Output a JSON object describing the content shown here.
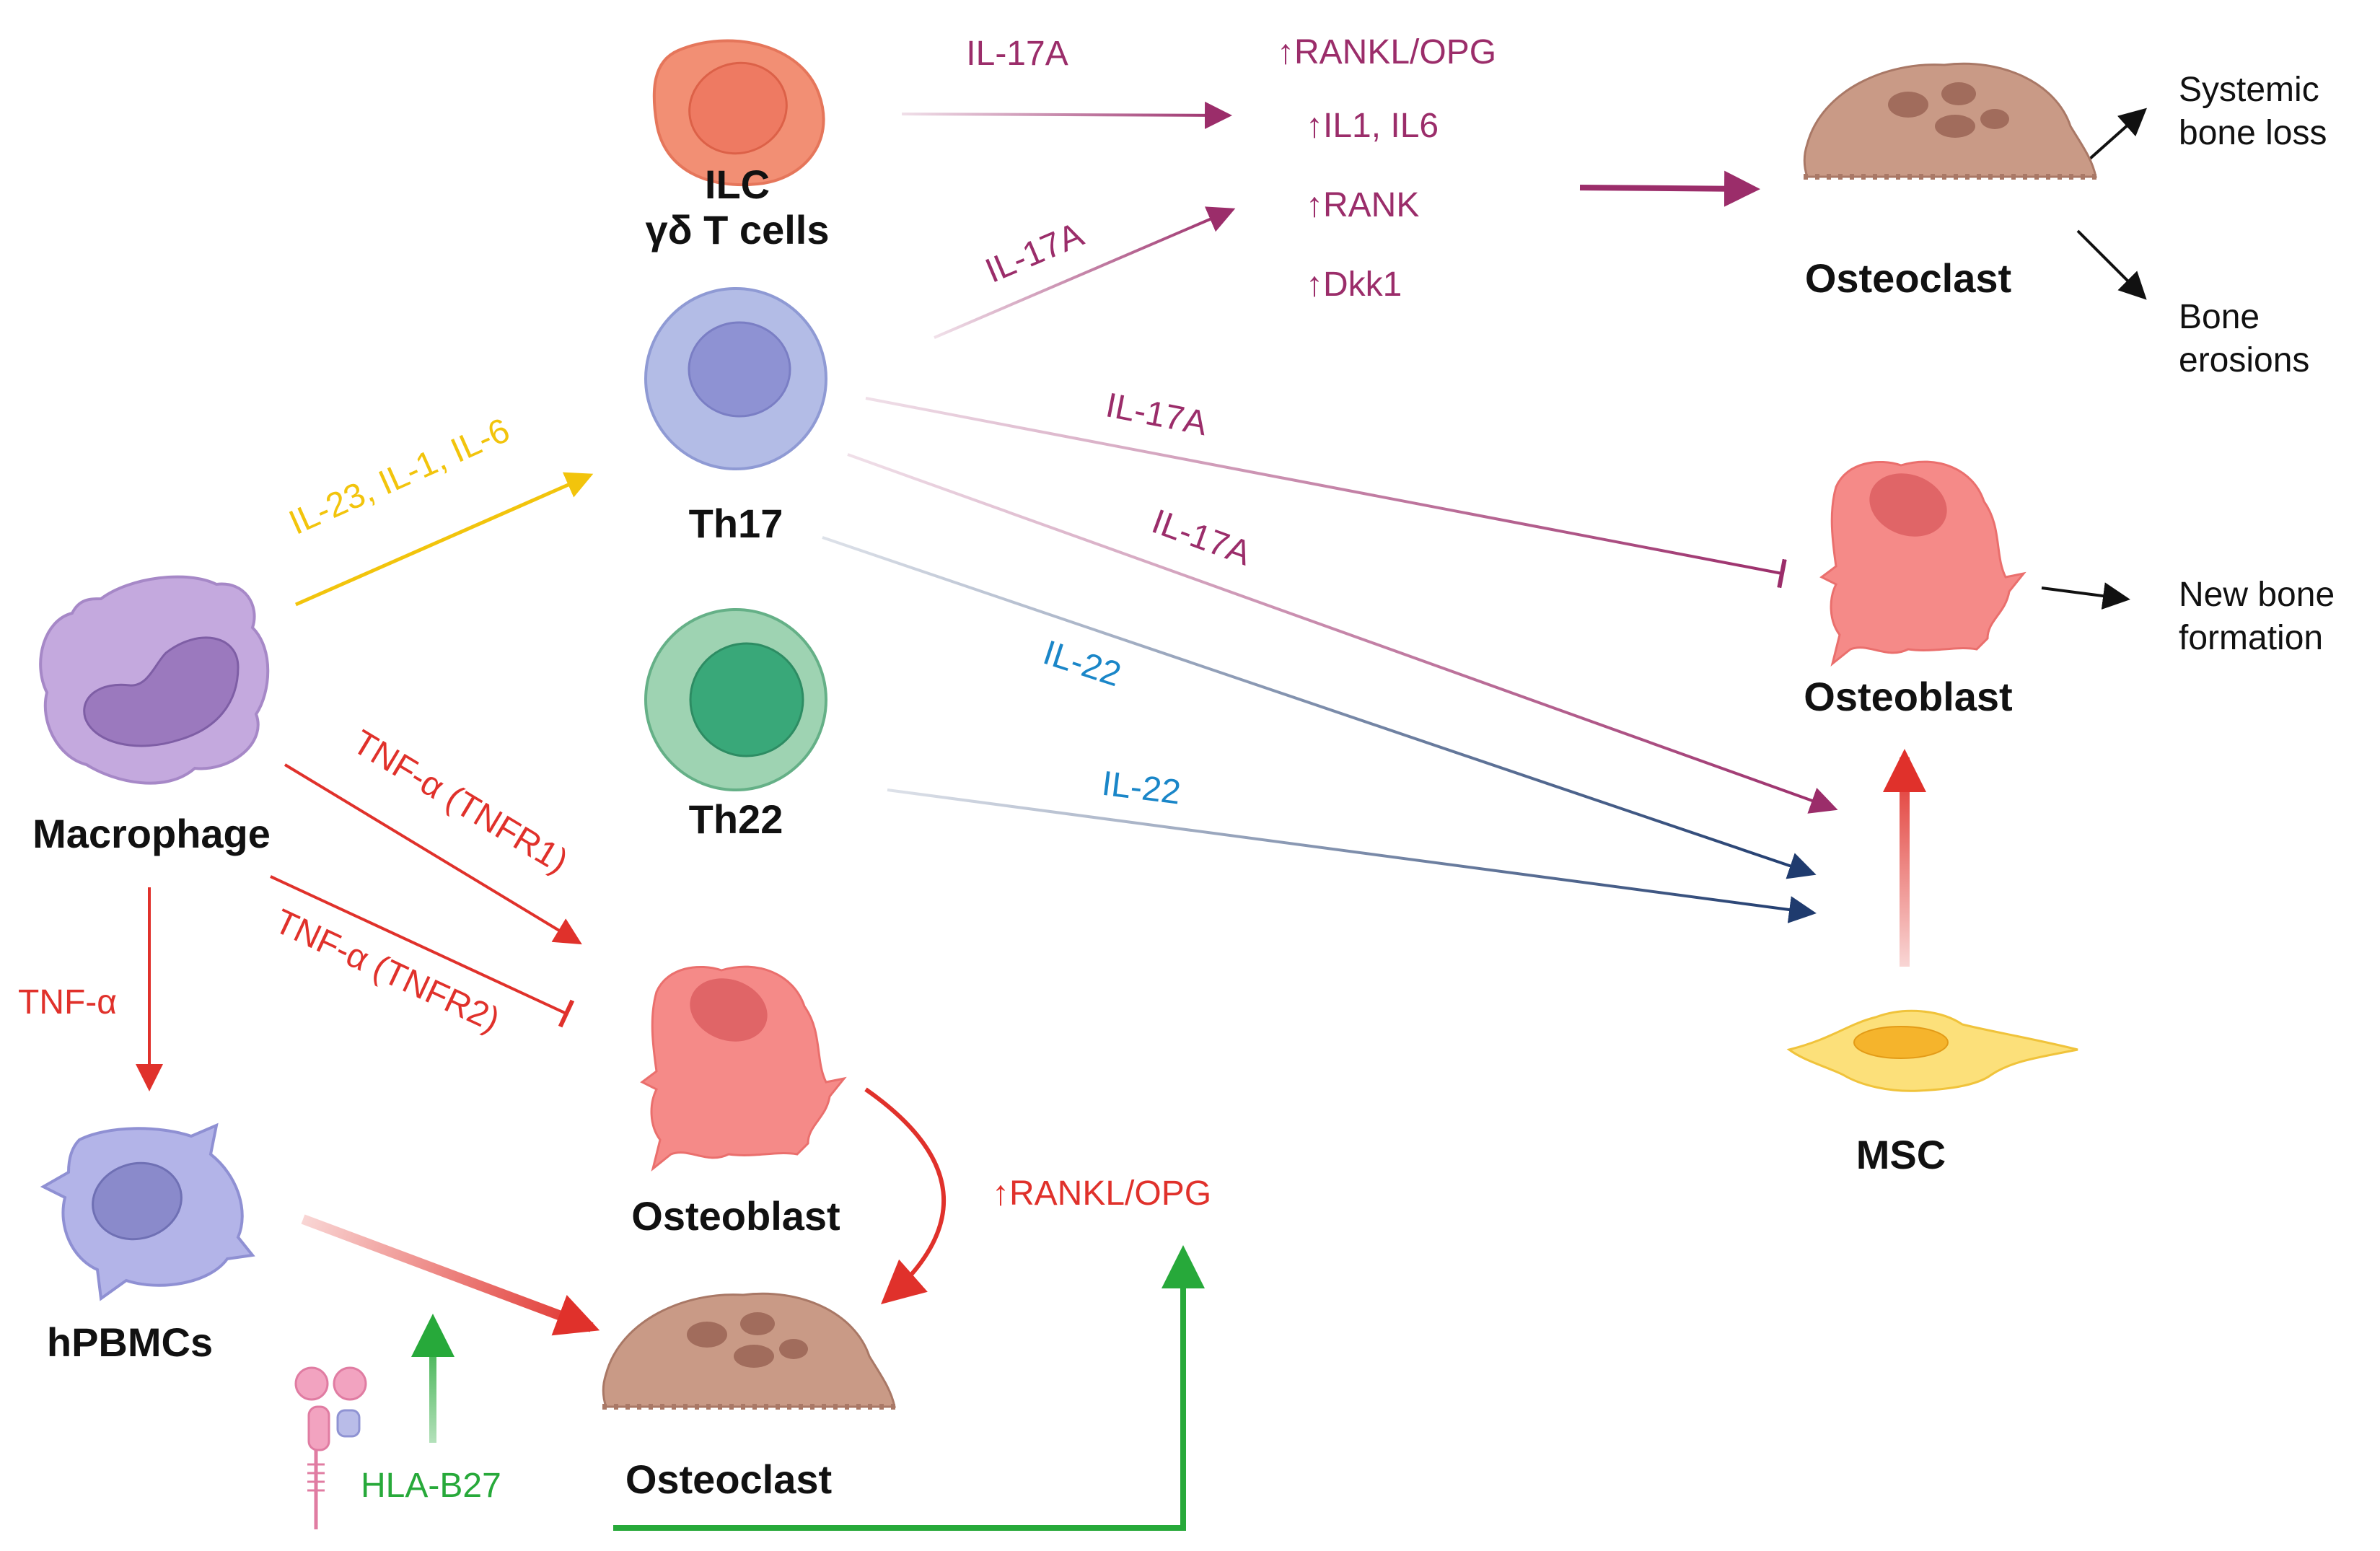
{
  "colors": {
    "purple_path": "#9b2d6a",
    "yellow_path": "#f2c40c",
    "red_path": "#e0312b",
    "navy_path": "#1f3b6e",
    "blue_text": "#1a86c8",
    "green_path": "#27a93a",
    "black": "#111111"
  },
  "cells": {
    "ilc_line1": "ILC",
    "ilc_line2": "γδ T cells",
    "th17": "Th17",
    "th22": "Th22",
    "macrophage": "Macrophage",
    "hpbmcs": "hPBMCs",
    "osteoblast_center": "Osteoblast",
    "osteoclast_bottom": "Osteoclast",
    "osteoclast_top": "Osteoclast",
    "osteoblast_right": "Osteoblast",
    "msc": "MSC"
  },
  "cytokines": {
    "il17a_ilc": "IL-17A",
    "il17a_th17": "IL-17A",
    "il17a_osteoblast": "IL-17A",
    "il17a_msc": "IL-17A",
    "il22_th17": "IL-22",
    "il22_th22": "IL-22",
    "il23_il1_il6": "IL-23, IL-1, IL-6",
    "tnf_tnfr1": "TNF-α (TNFR1)",
    "tnf_tnfr2": "TNF-α (TNFR2)",
    "tnf_alpha": "TNF-α",
    "hla_b27": "HLA-B27",
    "rankl_opg_bottom": "↑RANKL/OPG"
  },
  "regulators": {
    "rankl_opg": "↑RANKL/OPG",
    "il1_il6": "↑IL1, IL6",
    "rank": "↑RANK",
    "dkk1": "↑Dkk1"
  },
  "outcomes": {
    "systemic_line1": "Systemic",
    "systemic_line2": "bone loss",
    "erosions_line1": "Bone",
    "erosions_line2": "erosions",
    "newbone_line1": "New bone",
    "newbone_line2": "formation"
  },
  "icons": [
    "ilc-cell-icon",
    "th17-cell-icon",
    "th22-cell-icon",
    "macrophage-icon",
    "hpbmc-icon",
    "osteoblast-icon",
    "osteoclast-icon",
    "msc-icon",
    "hla-b27-receptor-icon"
  ]
}
